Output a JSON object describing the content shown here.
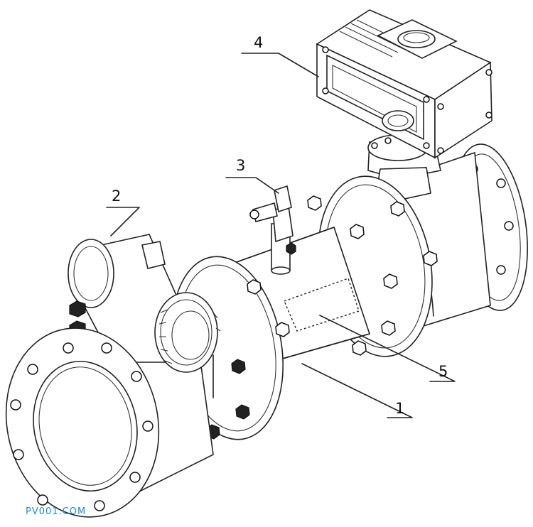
{
  "callouts": [
    {
      "id": "1",
      "label": "1"
    },
    {
      "id": "2",
      "label": "2"
    },
    {
      "id": "3",
      "label": "3"
    },
    {
      "id": "4",
      "label": "4"
    },
    {
      "id": "5",
      "label": "5"
    }
  ],
  "watermark": "PV001.COM"
}
